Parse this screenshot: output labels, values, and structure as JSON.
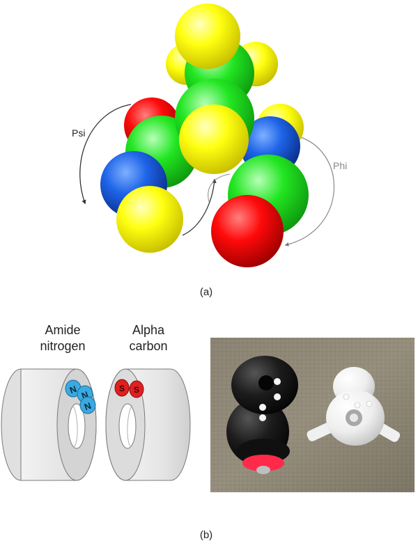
{
  "panel_a": {
    "caption": "(a)",
    "psi_label": "Psi",
    "phi_label": "Phi",
    "atom_colors": {
      "carbon": "#22dd22",
      "hydrogen": "#ffff00",
      "oxygen": "#ff0000",
      "nitrogen": "#1a5fe0"
    }
  },
  "panel_b": {
    "caption": "(b)",
    "amide_label_line1": "Amide",
    "amide_label_line2": "nitrogen",
    "alpha_label_line1": "Alpha",
    "alpha_label_line2": "carbon",
    "magnet_n_letter": "N",
    "magnet_s_letter": "S",
    "colors": {
      "magnet_north": "#3aaae0",
      "magnet_south": "#e02020",
      "ring_body": "#d8d8d8"
    }
  }
}
